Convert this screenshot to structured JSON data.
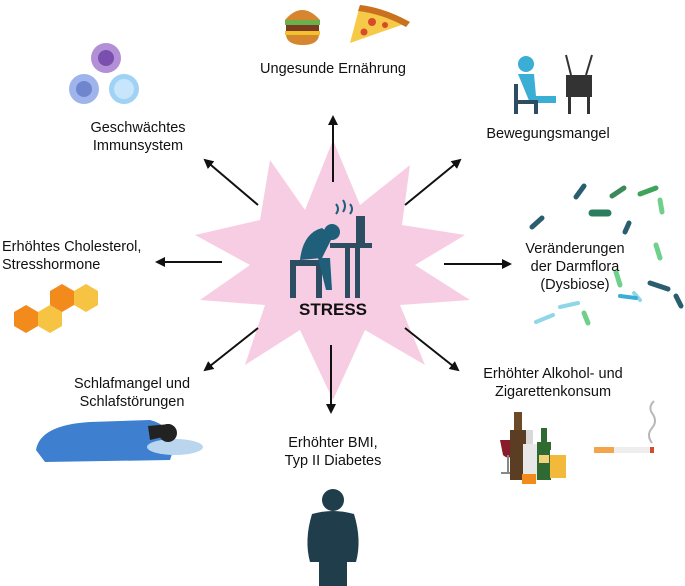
{
  "center": {
    "label": "STRESS"
  },
  "factors": {
    "diet": {
      "label": "Ungesunde Ernährung"
    },
    "immune": {
      "line1": "Geschwächtes",
      "line2": "Immunsystem"
    },
    "exercise": {
      "label": "Bewegungsmangel"
    },
    "cholesterol": {
      "line1": "Erhöhtes Cholesterol,",
      "line2": "Stresshormone"
    },
    "gut": {
      "line1": "Veränderungen",
      "line2": "der Darmflora",
      "line3": "(Dysbiose)"
    },
    "sleep": {
      "line1": "Schlafmangel und",
      "line2": "Schlafstörungen"
    },
    "bmi": {
      "line1": "Erhöhter BMI,",
      "line2": "Typ II Diabetes"
    },
    "alcohol": {
      "line1": "Erhöhter Alkohol- und",
      "line2": "Zigarettenkonsum"
    }
  },
  "colors": {
    "burst": "#f7cde3",
    "person": "#1f5f7a",
    "chair": "#2d4e62",
    "arrow": "#111111",
    "hexagon_orange": "#f28a1c",
    "hexagon_yellow": "#f6c342",
    "sleep_blanket": "#3f7fd0",
    "bacteria_green": "#6fd08c",
    "body_silhouette": "#1f3d4a"
  },
  "icons": [
    "burger-icon",
    "pizza-icon",
    "immune-cells-icon",
    "tv-viewer-icon",
    "hexagon-molecule-icon",
    "bacteria-icon",
    "sleeping-person-icon",
    "body-silhouette-icon",
    "bottles-icon",
    "cigarette-icon",
    "stressed-person-icon"
  ]
}
